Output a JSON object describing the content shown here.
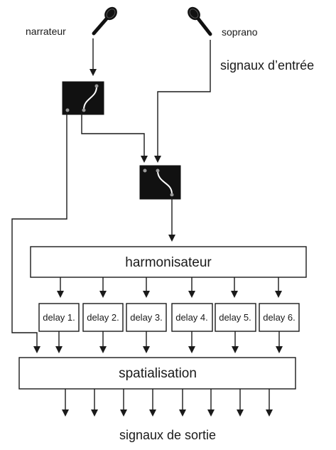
{
  "inputs": {
    "narrator_label": "narrateur",
    "soprano_label": "soprano",
    "section_label": "signaux d’entrée"
  },
  "processing": {
    "harmonizer_label": "harmonisateur",
    "delays": [
      "delay 1.",
      "delay 2.",
      "delay 3.",
      "delay 4.",
      "delay 5.",
      "delay 6."
    ],
    "spatialisation_label": "spatialisation"
  },
  "outputs": {
    "section_label": "signaux de sortie",
    "channel_count": 8
  },
  "colors": {
    "line": "#1a1a1a",
    "mixer_fill": "#111111",
    "mixer_jack": "#9a9a9a",
    "mixer_cable": "#ffffff"
  },
  "icons": [
    "microphone-icon",
    "microphone-icon",
    "mixer-icon",
    "mixer-icon"
  ]
}
